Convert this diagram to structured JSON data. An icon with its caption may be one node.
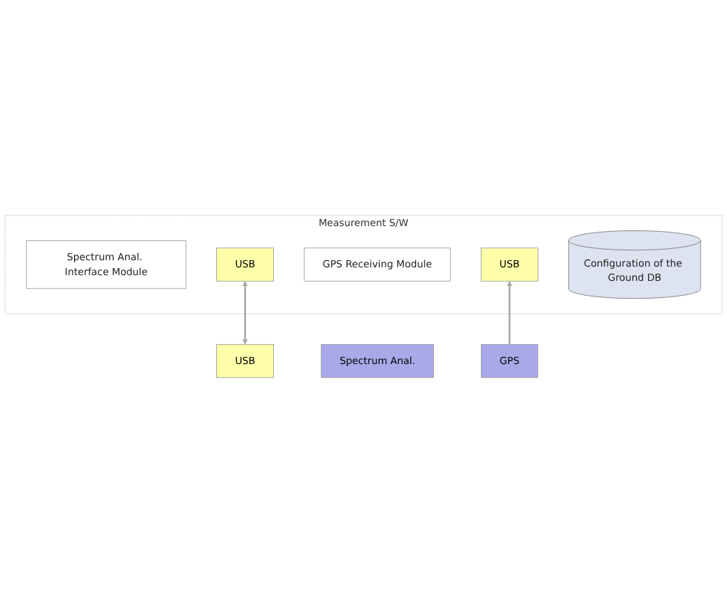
{
  "diagram": {
    "nodes": [
      {
        "text": [
          "Measurement S/W"
        ]
      },
      {
        "text": [
          "Spectrum Anal. Interface Module"
        ],
        "in": 0
      },
      {
        "text": [
          "USB"
        ],
        "in": 0
      },
      {
        "text": [
          "GPS Receiving Module"
        ],
        "in": 0
      },
      {
        "text": [
          "USB"
        ],
        "in": 0
      },
      {
        "text": [
          "Configuration of the Ground DB"
        ],
        "in": 0
      },
      {
        "text": [
          "USB"
        ]
      },
      {
        "text": [
          "Spectrum Anal."
        ]
      },
      {
        "text": [
          "GPS"
        ]
      }
    ],
    "edges": [
      {
        "from": 2,
        "to": 6,
        "arrow": "both"
      },
      {
        "from": 8,
        "to": 4,
        "arrow": "to"
      }
    ]
  }
}
